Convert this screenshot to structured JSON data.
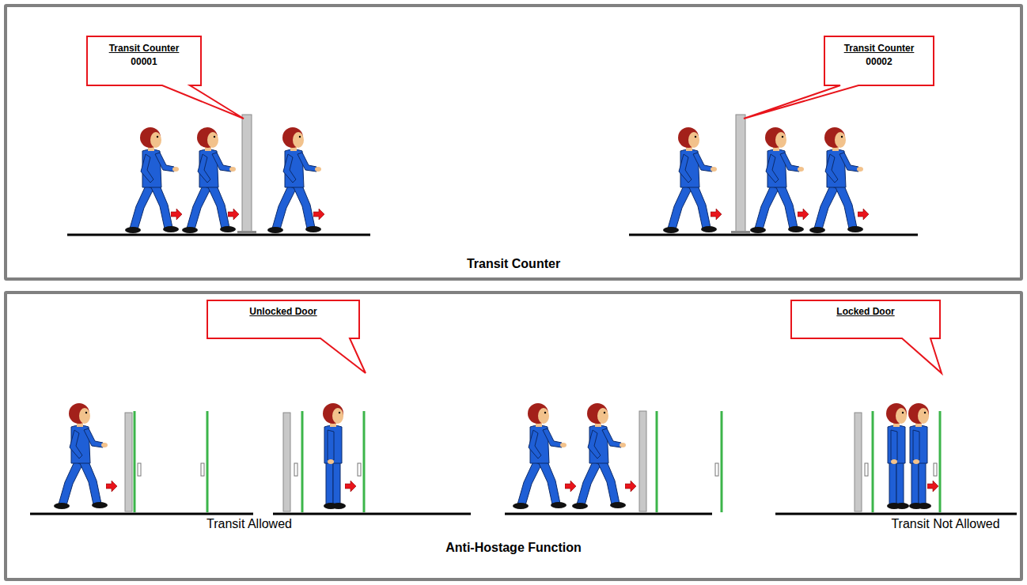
{
  "diagram": {
    "nodes": [
      {
        "text": [
          "Transit Counter"
        ]
      },
      {
        "text": [
          "Transit Counter",
          "00001"
        ],
        "in": 0
      },
      {
        "text": [
          "Transit Counter",
          "00002"
        ],
        "in": 0
      },
      {
        "text": [
          "Anti-Hostage Function"
        ]
      },
      {
        "text": [
          "Unlocked Door"
        ],
        "in": 3
      },
      {
        "text": [
          "Locked Door"
        ],
        "in": 3
      }
    ],
    "labels": [
      "Transit Allowed",
      "Transit Not Allowed"
    ]
  }
}
